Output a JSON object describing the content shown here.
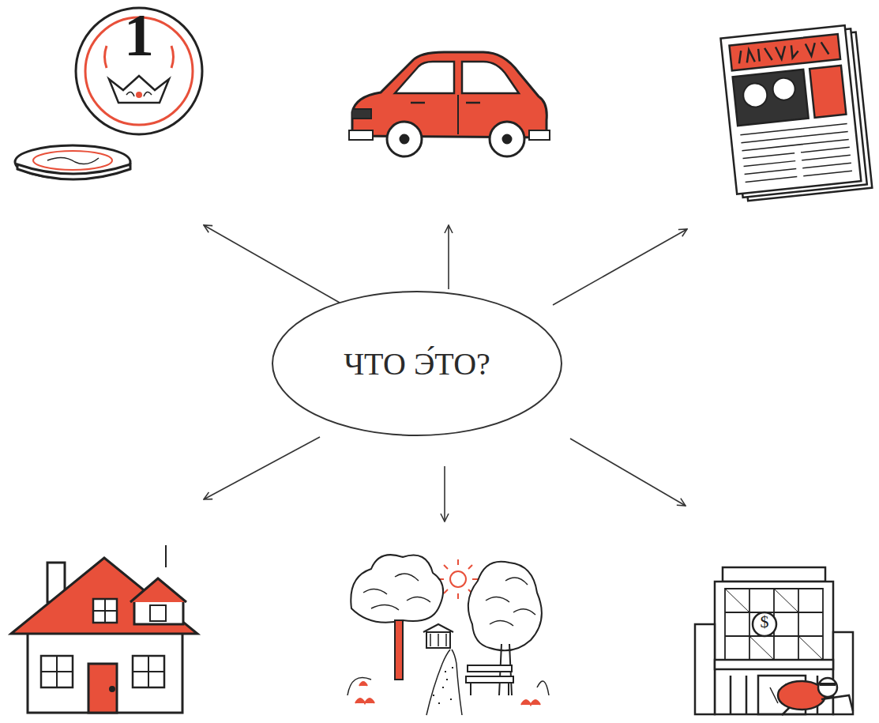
{
  "diagram": {
    "nodes": [
      {
        "text": [
          "ЧТО Э́ТО?"
        ]
      }
    ],
    "labels": [
      "1",
      "$"
    ]
  }
}
